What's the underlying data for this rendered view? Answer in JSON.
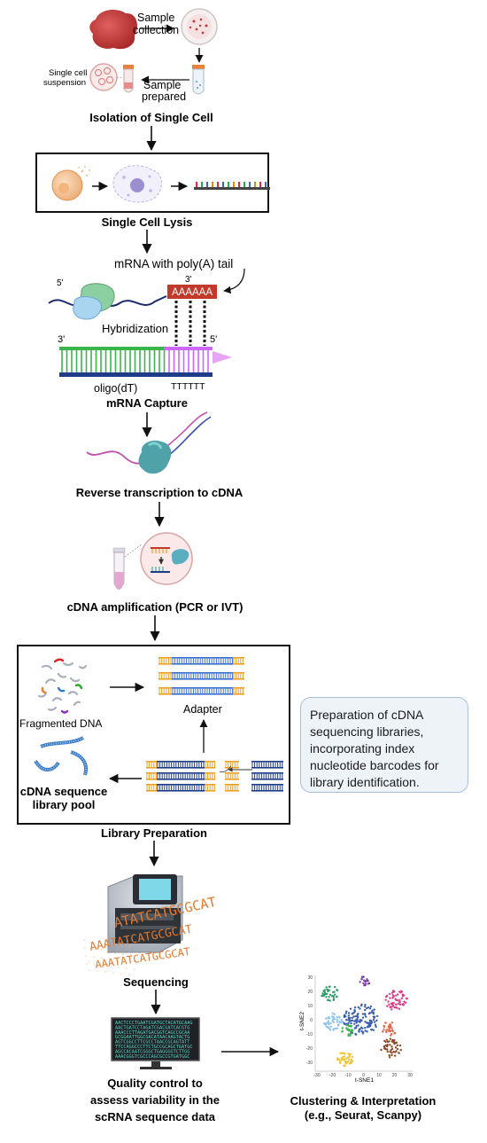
{
  "labels": {
    "sample_collection": "Sample collection",
    "single_cell_suspension": "Single cell suspension",
    "sample_prepared": "Sample prepared",
    "mrna_poly_a": "mRNA with poly(A) tail",
    "five_prime_a": "5'",
    "three_prime_a": "3'",
    "polya_seq": "AAAAAA",
    "hybridization": "Hybridization",
    "three_prime_b": "3'",
    "five_prime_b": "5'",
    "oligo_dt": "oligo(dT)",
    "tttttt": "TTTTTT",
    "fragmented_dna": "Fragmented DNA",
    "adapter": "Adapter",
    "library_pool": "cDNA sequence library pool",
    "sequence_text": [
      "ATATCATGCGCAT",
      "AAATATCATGCGCAT",
      "AAATATCATGCGCAT"
    ],
    "seq_screen": [
      "AACTCCCTGAATCGATGCTACATGCAAG",
      "AACTGATCCTAGATCGACGATCACGTG",
      "AAACCCTTAGATGACGGTCAGCCGCAA",
      "GCGGAATTGGCGACATAACAAGTACTG",
      "AGTCGGCCTTCGCCTAACCGCAGTATT",
      "TTCCAGGCCCTTCTGCCGCAGCTGATGC",
      "AGCCACAATCGGGCTGAGGGGTCTTGG",
      "AAACGGGTCGCCCAGCGCCGTGATGGC"
    ],
    "tsne_x": "t-SNE1",
    "tsne_y": "t-SNE2",
    "tsne_xticks": [
      "-30",
      "-20",
      "-10",
      "0",
      "10",
      "20",
      "30"
    ],
    "tsne_yticks": [
      "30",
      "20",
      "10",
      "0",
      "-10",
      "-20",
      "-30"
    ]
  },
  "steps": {
    "isolation": "Isolation of Single Cell",
    "lysis": "Single Cell Lysis",
    "capture": "mRNA Capture",
    "rt": "Reverse transcription to cDNA",
    "amplification": "cDNA amplification (PCR or IVT)",
    "library": "Library Preparation",
    "sequencing": "Sequencing",
    "qc": [
      "Quality control to",
      "assess variability in the",
      "scRNA sequence data"
    ],
    "clustering": [
      "Clustering & Interpretation",
      "(e.g., Seurat, Scanpy)"
    ]
  },
  "note": "Preparation of cDNA sequencing libraries, incorporating index nucleotide barcodes for library identification.",
  "colors": {
    "tissue": "#c0392b",
    "polya_box": "#c0392b",
    "strand_green": "#3ab54a",
    "strand_blue": "#1f3c88",
    "strand_purple": "#cc66ff",
    "adapter_orange": "#f0a020",
    "adapter_blue": "#3a6fcf",
    "note_bg": "#eef3f8",
    "note_border": "#a9bfd6"
  }
}
